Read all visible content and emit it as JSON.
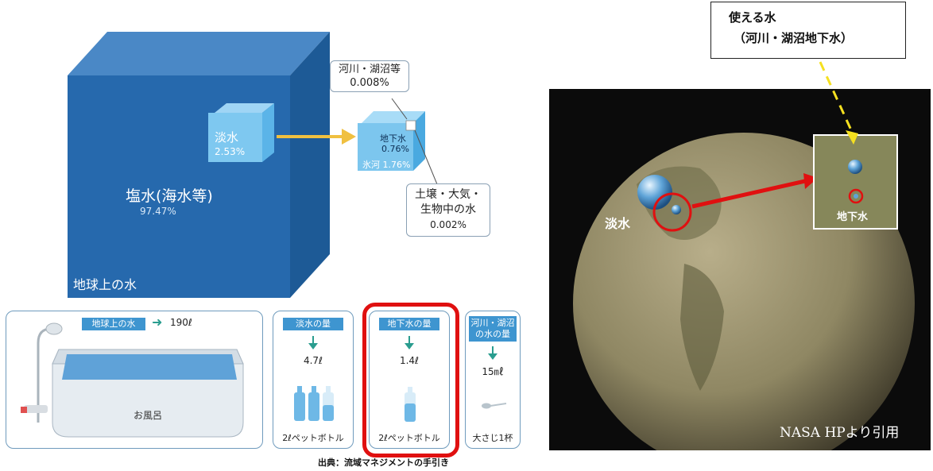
{
  "cube": {
    "earth_water_label": "地球上の水",
    "salt_water_label": "塩水(海水等)",
    "salt_water_pct": "97.47%",
    "fresh_water_label": "淡水",
    "fresh_water_pct": "2.53%",
    "rivers_label": "河川・湖沼等",
    "rivers_pct": "0.008%",
    "groundwater_label": "地下水",
    "groundwater_pct": "0.76%",
    "glacier_label": "氷河 1.76%",
    "soil_label_line1": "土壌・大気・",
    "soil_label_line2": "生物中の水",
    "soil_pct": "0.002%"
  },
  "bath": {
    "tag": "地球上の水",
    "amount": "190ℓ",
    "caption": "お風呂"
  },
  "fresh": {
    "tag": "淡水の量",
    "amount": "4.7ℓ",
    "caption": "2ℓペットボトル"
  },
  "ground": {
    "tag": "地下水の量",
    "amount": "1.4ℓ",
    "caption": "2ℓペットボトル"
  },
  "river": {
    "tag_line1": "河川・湖沼",
    "tag_line2": "の水の量",
    "amount": "15㎖",
    "caption": "大さじ1杯"
  },
  "source": "出典：流域マネジメントの手引き",
  "globe": {
    "callout_line1": "使える水",
    "callout_line2": "（河川・湖沼地下水）",
    "fresh_label": "淡水",
    "ground_label": "地下水",
    "credit": "NASA HPより引用"
  }
}
